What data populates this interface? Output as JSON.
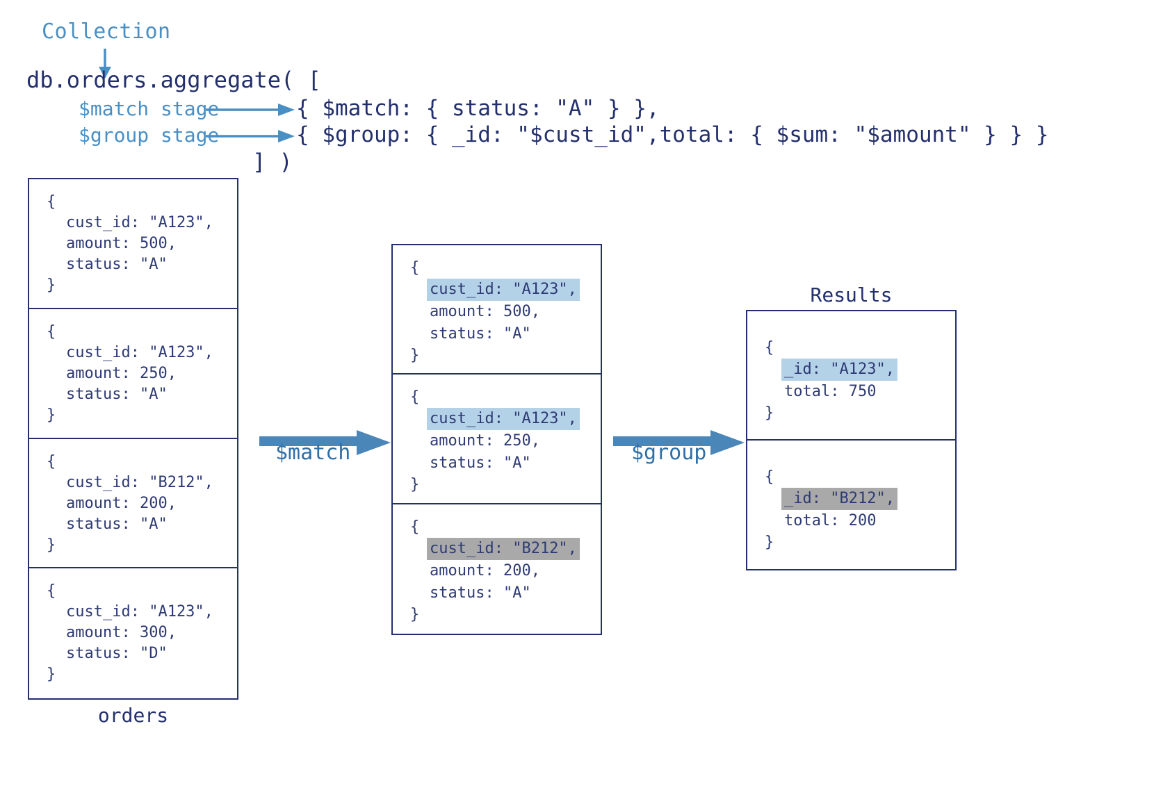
{
  "diagram": {
    "title": "MongoDB aggregation pipeline: $match then $group",
    "colors": {
      "code_navy": "#23306c",
      "accent_blue": "#4a8fc4",
      "arrow_blue": "#4a86b8",
      "highlight_blue": "#b4d2e7",
      "highlight_gray": "#a9a9a9",
      "box_border": "#23306c",
      "background": "#ffffff"
    }
  },
  "code": {
    "collection_label": "Collection",
    "line1": "db.orders.aggregate( [",
    "match_stage_label": "$match stage",
    "group_stage_label": "$group stage",
    "match_stage_code": "{ $match: { status: \"A\" } },",
    "group_stage_code": "{ $group: { _id: \"$cust_id\",total: { $sum: \"$amount\" } } }",
    "closing": "] )"
  },
  "orders_box": {
    "caption": "orders",
    "documents": [
      {
        "open": "{",
        "lines": [
          "cust_id: \"A123\",",
          "amount: 500,",
          "status: \"A\""
        ],
        "close": "}",
        "highlight": "none"
      },
      {
        "open": "{",
        "lines": [
          "cust_id: \"A123\",",
          "amount: 250,",
          "status: \"A\""
        ],
        "close": "}",
        "highlight": "none"
      },
      {
        "open": "{",
        "lines": [
          "cust_id: \"B212\",",
          "amount: 200,",
          "status: \"A\""
        ],
        "close": "}",
        "highlight": "none"
      },
      {
        "open": "{",
        "lines": [
          "cust_id: \"A123\",",
          "amount: 300,",
          "status: \"D\""
        ],
        "close": "}",
        "highlight": "none"
      }
    ]
  },
  "match_arrow": {
    "label": "$match"
  },
  "group_arrow": {
    "label": "$group"
  },
  "stage1_box": {
    "documents": [
      {
        "open": "{",
        "highlight_line": "cust_id: \"A123\",",
        "highlight": "blue",
        "lines": [
          "amount: 500,",
          "status: \"A\""
        ],
        "close": "}"
      },
      {
        "open": "{",
        "highlight_line": "cust_id: \"A123\",",
        "highlight": "blue",
        "lines": [
          "amount: 250,",
          "status: \"A\""
        ],
        "close": "}"
      },
      {
        "open": "{",
        "highlight_line": "cust_id: \"B212\",",
        "highlight": "gray",
        "lines": [
          "amount: 200,",
          "status: \"A\""
        ],
        "close": "}"
      }
    ]
  },
  "results_box": {
    "caption": "Results",
    "documents": [
      {
        "open": "{",
        "highlight_line": "_id: \"A123\",",
        "highlight": "blue",
        "lines": [
          "total: 750"
        ],
        "close": "}"
      },
      {
        "open": "{",
        "highlight_line": "_id: \"B212\",",
        "highlight": "gray",
        "lines": [
          "total: 200"
        ],
        "close": "}"
      }
    ]
  }
}
